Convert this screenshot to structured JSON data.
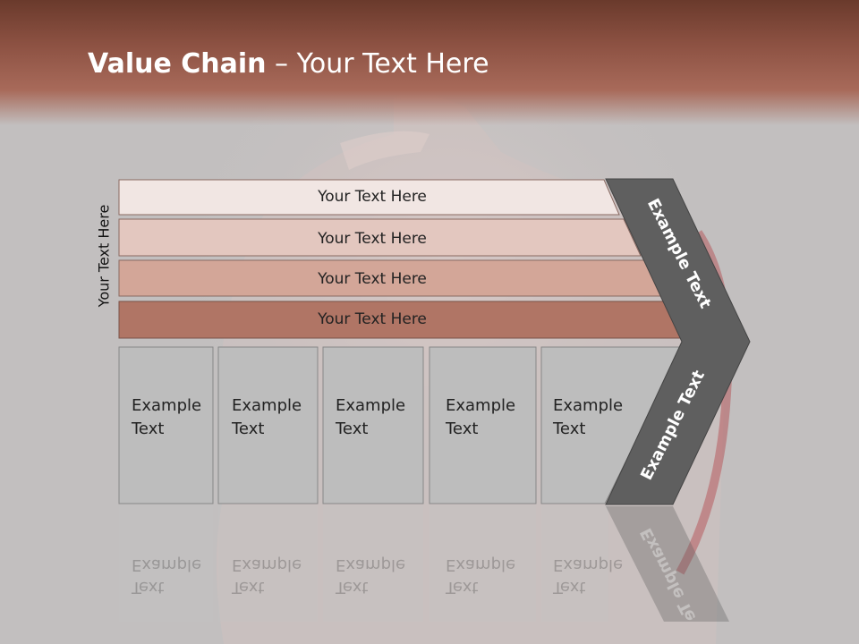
{
  "title": {
    "bold": "Value Chain",
    "rest": " – Your Text Here"
  },
  "side_label": "Your Text Here",
  "bands": [
    {
      "label": "Your Text Here",
      "color": "#f1e6e3"
    },
    {
      "label": "Your Text Here",
      "color": "#e3c7bf"
    },
    {
      "label": "Your Text Here",
      "color": "#d3a698"
    },
    {
      "label": "Your Text Here",
      "color": "#b07565"
    }
  ],
  "columns": [
    {
      "line1": "Example",
      "line2": "Text"
    },
    {
      "line1": "Example",
      "line2": "Text"
    },
    {
      "line1": "Example",
      "line2": "Text"
    },
    {
      "line1": "Example",
      "line2": "Text"
    },
    {
      "line1": "Example",
      "line2": "Text"
    }
  ],
  "arrow": {
    "top_label": "Example Text",
    "bottom_label": "Example Text",
    "color": "#5f5f5f"
  },
  "reflection": {
    "line1": "Example",
    "line2": "Text",
    "arrow_label": "Example Te"
  }
}
